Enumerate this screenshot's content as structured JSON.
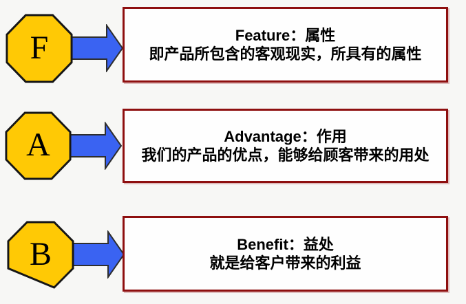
{
  "colors": {
    "page_bg": "#f7f7f5",
    "box_fill": "#fefefe",
    "box_border": "#8e0f0f",
    "box_halo": "#debcbc",
    "octagon_fill": "#ffc905",
    "octagon_stroke": "#161616",
    "arrow_fill": "#3a63f2",
    "arrow_stroke": "#2e2e2e",
    "text": "#000000"
  },
  "rows": [
    {
      "letter": "F",
      "title": "Feature：属性",
      "description": "即产品所包含的客观现实，所具有的属性"
    },
    {
      "letter": "A",
      "title": "Advantage：作用",
      "description": "我们的产品的优点，能够给顾客带来的用处"
    },
    {
      "letter": "B",
      "title": "Benefit：益处",
      "description": "就是给客户带来的利益"
    }
  ]
}
